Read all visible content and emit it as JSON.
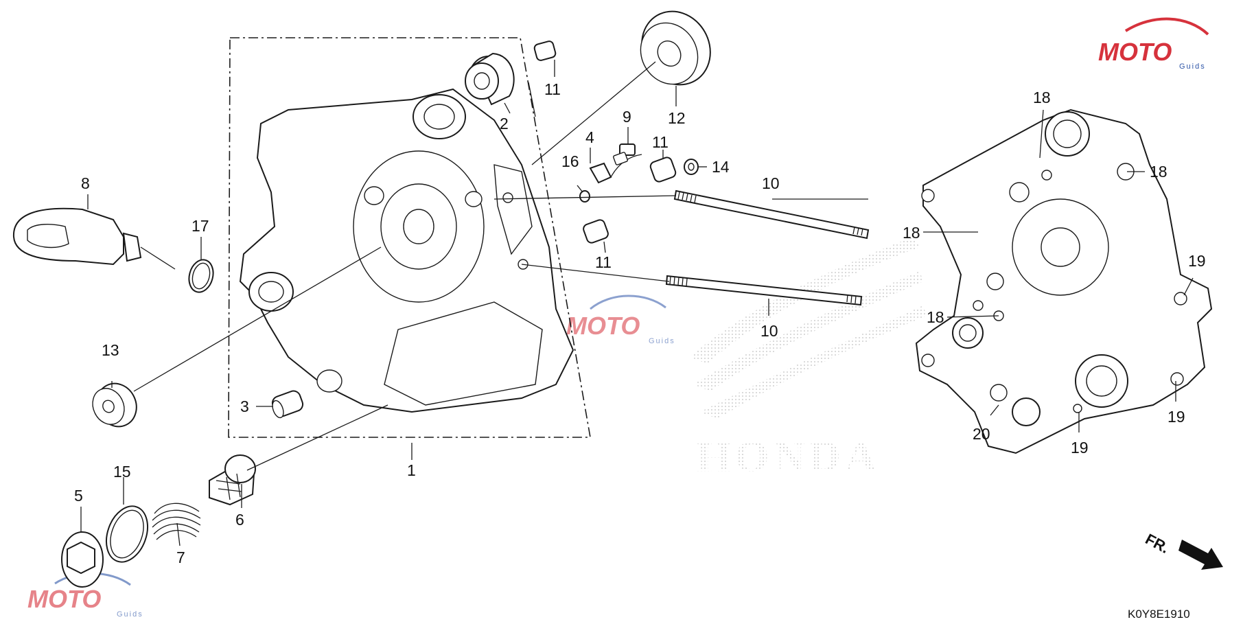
{
  "callouts": {
    "c1": "1",
    "c2": "2",
    "c3": "3",
    "c4": "4",
    "c5": "5",
    "c6": "6",
    "c7": "7",
    "c8": "8",
    "c9": "9",
    "c10a": "10",
    "c10b": "10",
    "c11a": "11",
    "c11b": "11",
    "c11c": "11",
    "c12": "12",
    "c13": "13",
    "c14": "14",
    "c15": "15",
    "c16": "16",
    "c17": "17",
    "c18a": "18",
    "c18b": "18",
    "c18c": "18",
    "c18d": "18",
    "c19a": "19",
    "c19b": "19",
    "c19c": "19",
    "c20": "20"
  },
  "front_indicator": {
    "label": "FR.",
    "icon": "front-arrow-icon"
  },
  "diagram_code": "K0Y8E1910",
  "watermark": {
    "brand": "MOTO",
    "sub": "Guids",
    "colors": {
      "red": "#d6323c",
      "blue": "#2f56a8",
      "gray": "#b9b9b9"
    }
  },
  "background_logo": {
    "text": "HONDA",
    "color": "#cfcfcf"
  }
}
